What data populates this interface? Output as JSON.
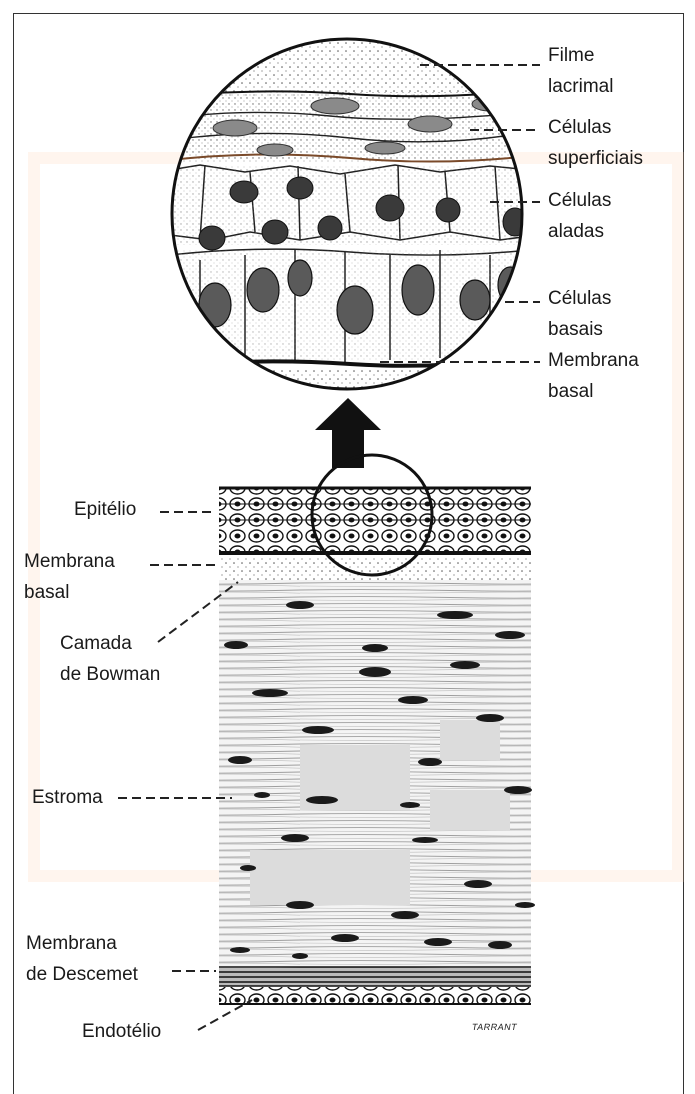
{
  "labels": {
    "filme": [
      "Filme",
      "lacrimal"
    ],
    "superficiais": [
      "Células",
      "superficiais"
    ],
    "aladas": [
      "Células",
      "aladas"
    ],
    "basais": [
      "Células",
      "basais"
    ],
    "membrana_basal_top": [
      "Membrana",
      "basal"
    ],
    "epitelio": "Epitélio",
    "membrana_basal_left": [
      "Membrana",
      "basal"
    ],
    "bowman": [
      "Camada",
      "de Bowman"
    ],
    "estroma": "Estroma",
    "descemet": [
      "Membrana",
      "de Descemet"
    ],
    "endotelio": "Endotélio"
  },
  "signature": "TARRANT",
  "colors": {
    "ink": "#1a1a1a",
    "cell_shade": "#5a5a5a",
    "nucleus": "#3a3a3a",
    "brown_line": "#7a4a2a",
    "stroma_lines": "#9a9a9a",
    "ghost_frame": "#ffc8a0"
  }
}
